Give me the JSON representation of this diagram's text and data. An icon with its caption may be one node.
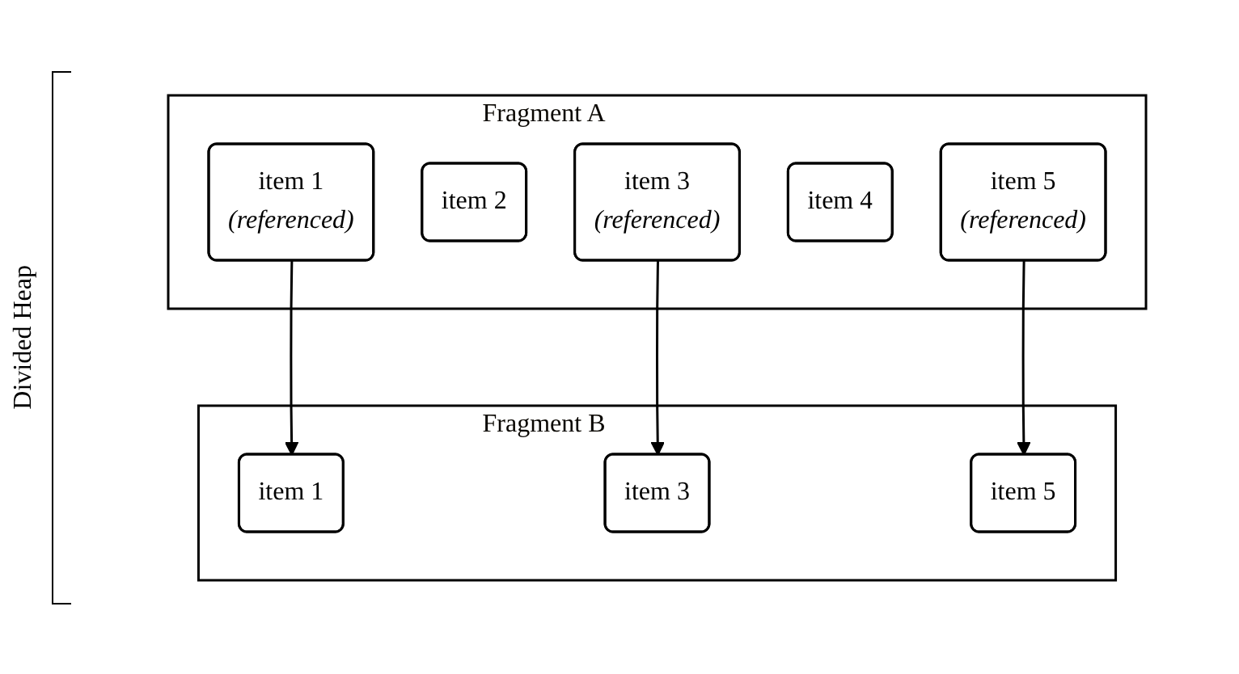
{
  "diagram": {
    "nodes": [
      {
        "text": [
          "Fragment A"
        ]
      },
      {
        "text": [
          "item 1",
          "(referenced)"
        ],
        "in": 0
      },
      {
        "text": [
          "item 2"
        ],
        "in": 0
      },
      {
        "text": [
          "item 3",
          "(referenced)"
        ],
        "in": 0
      },
      {
        "text": [
          "item 4"
        ],
        "in": 0
      },
      {
        "text": [
          "item 5",
          "(referenced)"
        ],
        "in": 0
      },
      {
        "text": [
          "Fragment B"
        ]
      },
      {
        "text": [
          "item 1"
        ],
        "in": 6
      },
      {
        "text": [
          "item 3"
        ],
        "in": 6
      },
      {
        "text": [
          "item 5"
        ],
        "in": 6
      }
    ],
    "edges": [
      {
        "from": 1,
        "to": 7,
        "arrow": "to"
      },
      {
        "from": 3,
        "to": 8,
        "arrow": "to"
      },
      {
        "from": 5,
        "to": 9,
        "arrow": "to"
      }
    ],
    "labels": [
      "Divided Heap"
    ]
  }
}
